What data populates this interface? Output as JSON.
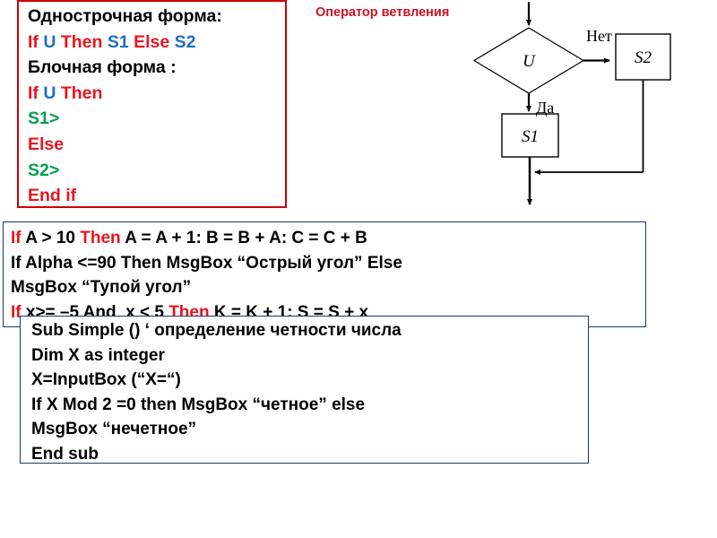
{
  "syntax_box": {
    "border_color": "#cc0000",
    "lines": [
      [
        {
          "t": "Одн",
          "c": "black"
        },
        {
          "t": "острочная форма",
          "c": "black"
        },
        {
          "t": ":",
          "c": "black"
        }
      ],
      [
        {
          "t": "If ",
          "c": "red"
        },
        {
          "t": "U ",
          "c": "blue"
        },
        {
          "t": "Then ",
          "c": "red"
        },
        {
          "t": "S1 ",
          "c": "blue"
        },
        {
          "t": "Else ",
          "c": "red"
        },
        {
          "t": "S2",
          "c": "blue"
        }
      ],
      [
        {
          "t": "Блочная форма :",
          "c": "black"
        }
      ],
      [
        {
          "t": "If ",
          "c": "red"
        },
        {
          "t": "U ",
          "c": "blue"
        },
        {
          "t": "Then",
          "c": "red"
        }
      ],
      [
        {
          "t": "S1>",
          "c": "green"
        }
      ],
      [
        {
          "t": "Else",
          "c": "red"
        }
      ],
      [
        {
          "t": "S2>",
          "c": "green"
        }
      ],
      [
        {
          "t": "End if",
          "c": "red"
        }
      ]
    ]
  },
  "flowchart": {
    "title": "Оператор ветвления",
    "title_color": "#cc1122",
    "condition_label": "U",
    "true_branch_label": "Да",
    "false_branch_label": "Нет",
    "true_node_label": "S1",
    "false_node_label": "S2",
    "line_color": "#000000"
  },
  "examples_box": {
    "border_color": "#1f3864",
    "lines": [
      [
        {
          "t": "If ",
          "c": "red"
        },
        {
          "t": "A > 10 ",
          "c": "black"
        },
        {
          "t": "Then ",
          "c": "red"
        },
        {
          "t": "A = A + 1: B = B + A: C = C + B",
          "c": "black"
        }
      ],
      [
        {
          "t": "If Alpha <=90 Then MsgBox “Острый угол” Else",
          "c": "black"
        }
      ],
      [
        {
          "t": "MsgBox “Тупой угол”",
          "c": "black"
        }
      ],
      [
        {
          "t": "If ",
          "c": "red"
        },
        {
          "t": "x>= –5 And  x < 5 ",
          "c": "black"
        },
        {
          "t": "Then ",
          "c": "red"
        },
        {
          "t": "K = K + 1: S = S + x",
          "c": "black"
        }
      ]
    ]
  },
  "code_box": {
    "border_color": "#1f3864",
    "lines": [
      [
        {
          "t": "Sub Simple () ‘ определение четности числа",
          "c": "black"
        }
      ],
      [
        {
          "t": "Dim X as integer",
          "c": "black"
        }
      ],
      [
        {
          "t": "X=InputBox (“X=“)",
          "c": "black"
        }
      ],
      [
        {
          "t": "If X Mod 2 =0 then MsgBox “четное” else",
          "c": "black"
        }
      ],
      [
        {
          "t": "MsgBox “нечетное”",
          "c": "black"
        }
      ],
      [
        {
          "t": "End sub",
          "c": "black"
        }
      ]
    ]
  }
}
